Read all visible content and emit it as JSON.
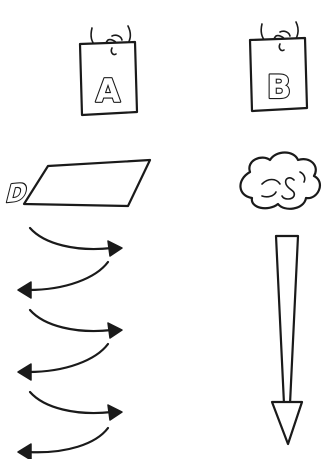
{
  "sheets": [
    {
      "label": "A"
    },
    {
      "label": "B"
    }
  ],
  "lower_items": {
    "flat_sheet_label": "D",
    "crumpled_sheet_label": "S"
  },
  "colors": {
    "ink": "#1a1a1a",
    "background": "#ffffff"
  },
  "swing_arrow_count": 6
}
